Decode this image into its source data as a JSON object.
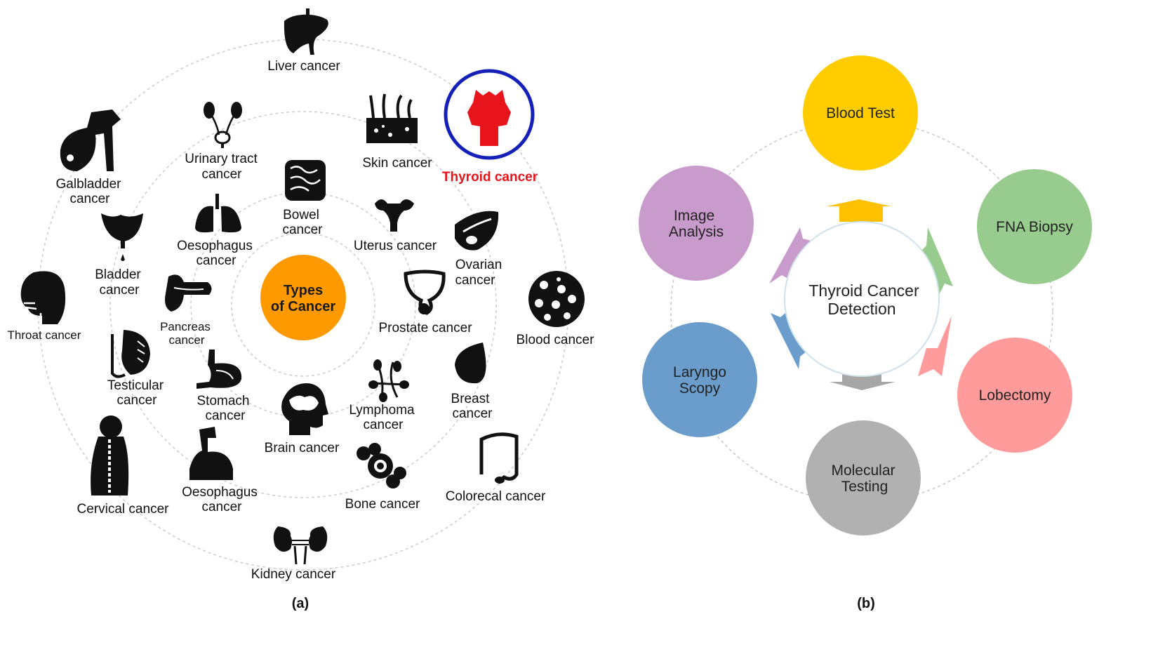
{
  "panel_a": {
    "caption": "(a)",
    "center": {
      "line1": "Types",
      "line2": "of Cancer",
      "color": "#ff9900"
    },
    "highlight": {
      "label": "Thyroid cancer",
      "ring_color": "#1420b8",
      "organ_color": "#e8141b"
    },
    "items": {
      "liver": "Liver cancer",
      "urinary1": "Urinary tract",
      "urinary2": "cancer",
      "skin": "Skin cancer",
      "gall1": "Galbladder",
      "gall2": "cancer",
      "bowel1": "Bowel",
      "bowel2": "cancer",
      "oeso1_1": "Oesophagus",
      "oeso1_2": "cancer",
      "uterus": "Uterus cancer",
      "ovarian1": "Ovarian",
      "ovarian2": "cancer",
      "bladder1": "Bladder",
      "bladder2": "cancer",
      "throat": "Throat cancer",
      "pancreas1": "Pancreas",
      "pancreas2": "cancer",
      "prostate": "Prostate cancer",
      "blood": "Blood cancer",
      "testicular1": "Testicular",
      "testicular2": "cancer",
      "stomach1": "Stomach",
      "stomach2": "cancer",
      "lymphoma1": "Lymphoma",
      "lymphoma2": "cancer",
      "breast1": "Breast",
      "breast2": "cancer",
      "brain": "Brain cancer",
      "cervical": "Cervical cancer",
      "oeso2_1": "Oesophagus",
      "oeso2_2": "cancer",
      "bone": "Bone cancer",
      "colorectal": "Colorecal cancer",
      "kidney": "Kidney cancer"
    }
  },
  "panel_b": {
    "caption": "(b)",
    "hub": {
      "line1": "Thyroid Cancer",
      "line2": "Detection"
    },
    "nodes": [
      {
        "id": "blood-test",
        "line1": "Blood Test",
        "line2": "",
        "color": "#ffcc00"
      },
      {
        "id": "fna-biopsy",
        "line1": "FNA Biopsy",
        "line2": "",
        "color": "#98cc8e"
      },
      {
        "id": "lobectomy",
        "line1": "Lobectomy",
        "line2": "",
        "color": "#ff9b9b"
      },
      {
        "id": "molecular-testing",
        "line1": "Molecular",
        "line2": "Testing",
        "color": "#b1b1b1"
      },
      {
        "id": "laryngo-scopy",
        "line1": "Laryngo",
        "line2": "Scopy",
        "color": "#6a9ccc"
      },
      {
        "id": "image-analysis",
        "line1": "Image",
        "line2": "Analysis",
        "color": "#c99acc"
      }
    ]
  }
}
